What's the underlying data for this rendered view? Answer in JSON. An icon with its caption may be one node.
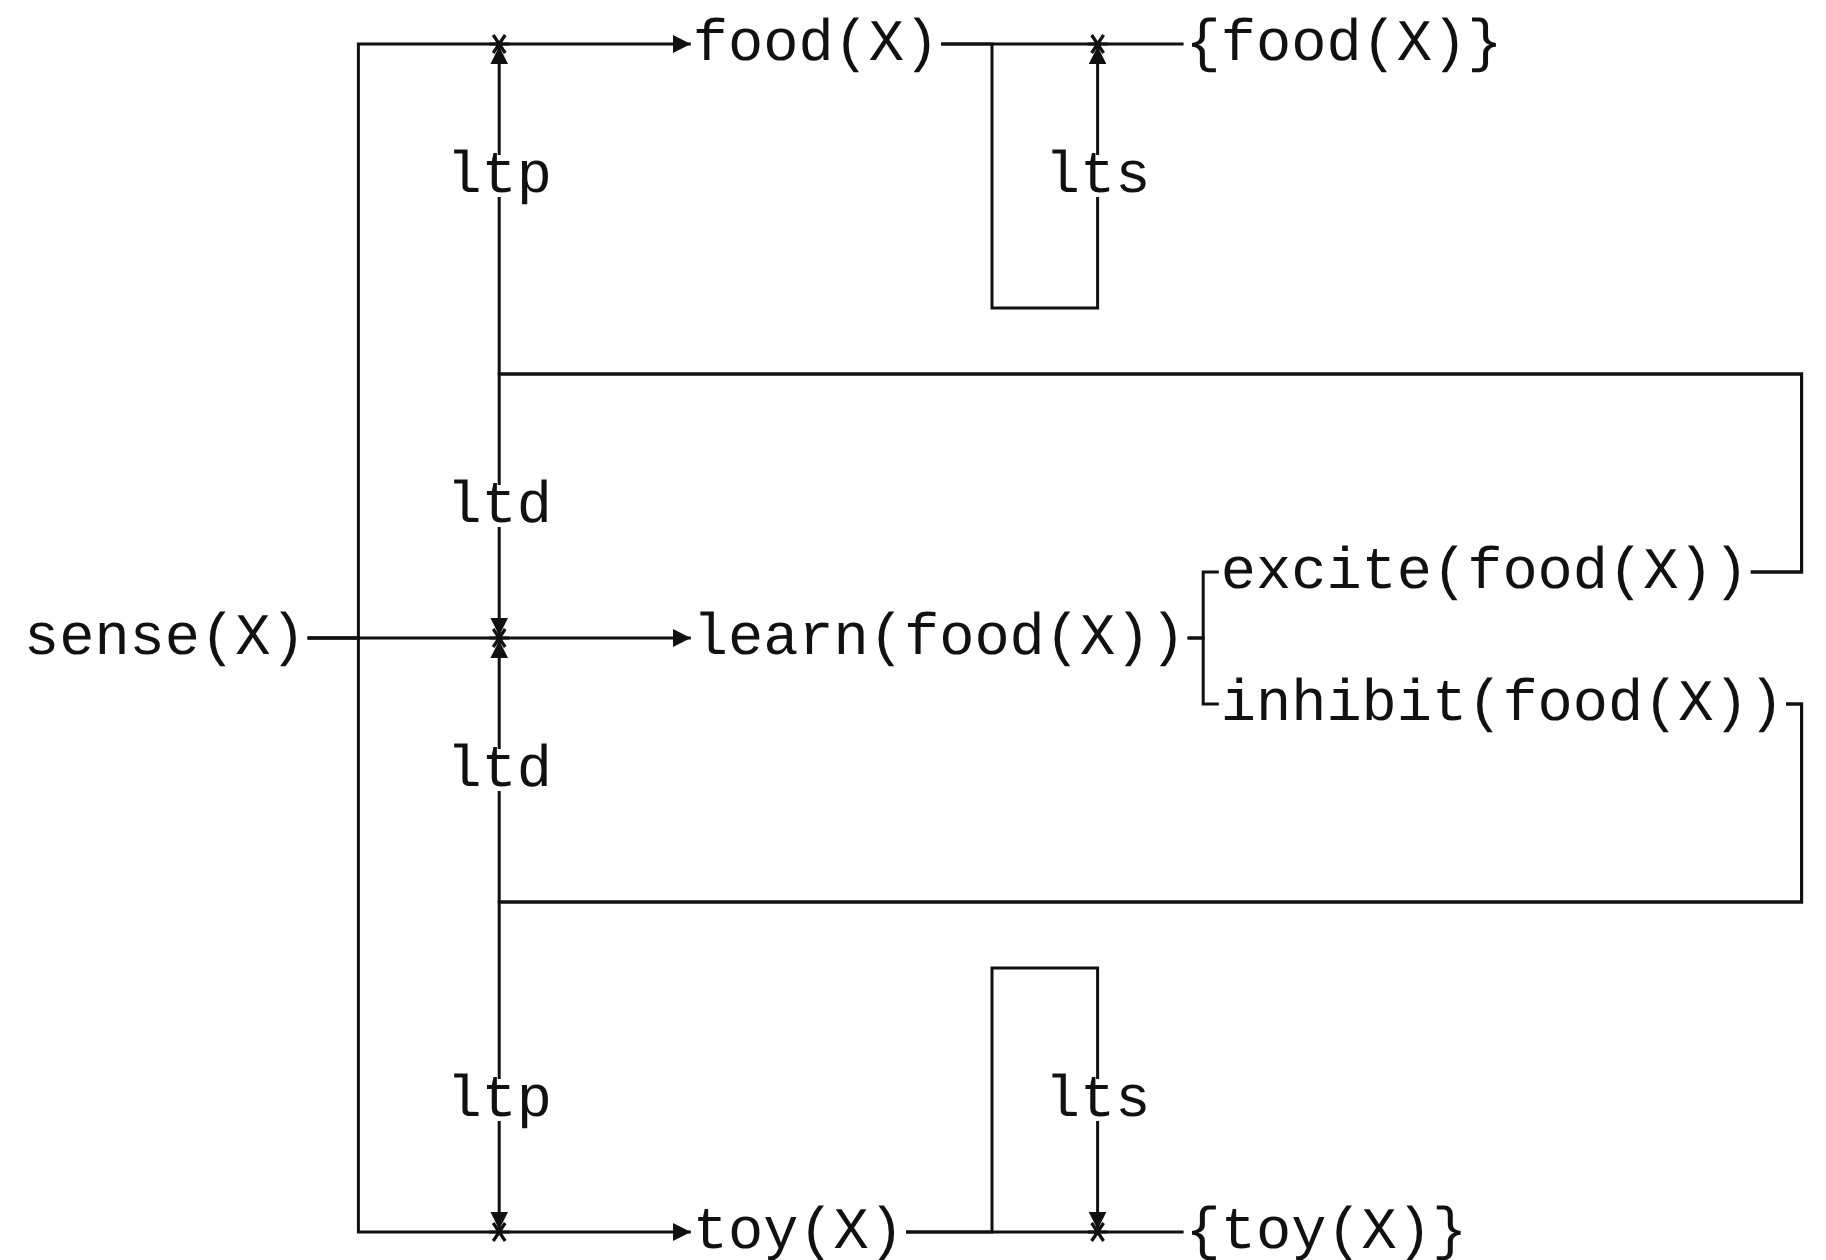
{
  "diagram": {
    "nodes": [
      {
        "text": [
          "sense(X)"
        ]
      },
      {
        "text": [
          "food(X)"
        ]
      },
      {
        "text": [
          "{food(X)}"
        ]
      },
      {
        "text": [
          "learn(food(X))"
        ]
      },
      {
        "text": [
          "excite(food(X))"
        ]
      },
      {
        "text": [
          "inhibit(food(X))"
        ]
      },
      {
        "text": [
          "toy(X)"
        ]
      },
      {
        "text": [
          "{toy(X)}"
        ]
      },
      {
        "text": [
          "ltp"
        ]
      },
      {
        "text": [
          "lts"
        ]
      },
      {
        "text": [
          "ltd"
        ]
      },
      {
        "text": [
          "ltd"
        ]
      },
      {
        "text": [
          "ltp"
        ]
      },
      {
        "text": [
          "lts"
        ]
      }
    ],
    "edges": [
      {
        "from": 0,
        "to": 1,
        "arrow": "to"
      },
      {
        "from": 0,
        "to": 3,
        "arrow": "to"
      },
      {
        "from": 0,
        "to": 6,
        "arrow": "to"
      },
      {
        "from": 1,
        "to": 2,
        "arrow": "none"
      },
      {
        "from": 3,
        "to": 4,
        "arrow": "none"
      },
      {
        "from": 3,
        "to": 5,
        "arrow": "none"
      },
      {
        "from": 4,
        "to": 8,
        "arrow": "none"
      },
      {
        "from": 4,
        "to": 10,
        "arrow": "none"
      },
      {
        "from": 5,
        "to": 11,
        "arrow": "none"
      },
      {
        "from": 5,
        "to": 12,
        "arrow": "none"
      },
      {
        "from": 1,
        "to": 9,
        "arrow": "none"
      },
      {
        "from": 6,
        "to": 13,
        "arrow": "none"
      },
      {
        "from": 6,
        "to": 7,
        "arrow": "none"
      },
      {
        "from": 8,
        "to": null,
        "arrow": "to"
      },
      {
        "from": 10,
        "to": null,
        "arrow": "to"
      },
      {
        "from": 11,
        "to": null,
        "arrow": "to"
      },
      {
        "from": 12,
        "to": null,
        "arrow": "to"
      },
      {
        "from": 9,
        "to": null,
        "arrow": "to"
      },
      {
        "from": 13,
        "to": null,
        "arrow": "to"
      }
    ]
  }
}
